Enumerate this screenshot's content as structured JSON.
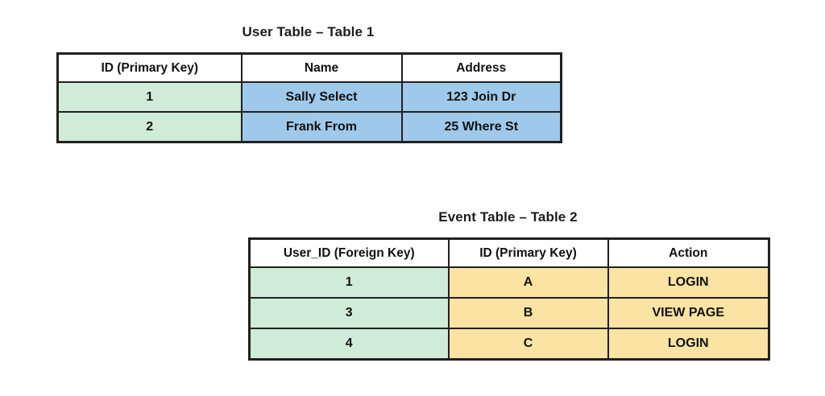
{
  "diagram": {
    "type": "relational-database-tables",
    "colors": {
      "key_column": "#cfecd9",
      "user_data": "#9fc9ea",
      "event_data": "#fbe3a3",
      "border": "#231f20",
      "background": "#ffffff",
      "text": "#111111"
    },
    "tables": [
      {
        "id": "user-table",
        "title": "User Table – Table 1",
        "columns": [
          {
            "label": "ID (Primary Key)",
            "fill": "green"
          },
          {
            "label": "Name",
            "fill": "blue"
          },
          {
            "label": "Address",
            "fill": "blue"
          }
        ],
        "rows": [
          [
            "1",
            "Sally Select",
            "123 Join Dr"
          ],
          [
            "2",
            "Frank From",
            "25 Where St"
          ]
        ]
      },
      {
        "id": "event-table",
        "title": "Event Table – Table 2",
        "columns": [
          {
            "label": "User_ID (Foreign Key)",
            "fill": "green"
          },
          {
            "label": "ID (Primary Key)",
            "fill": "yellow"
          },
          {
            "label": "Action",
            "fill": "yellow"
          }
        ],
        "rows": [
          [
            "1",
            "A",
            "LOGIN"
          ],
          [
            "3",
            "B",
            "VIEW PAGE"
          ],
          [
            "4",
            "C",
            "LOGIN"
          ]
        ]
      }
    ]
  }
}
